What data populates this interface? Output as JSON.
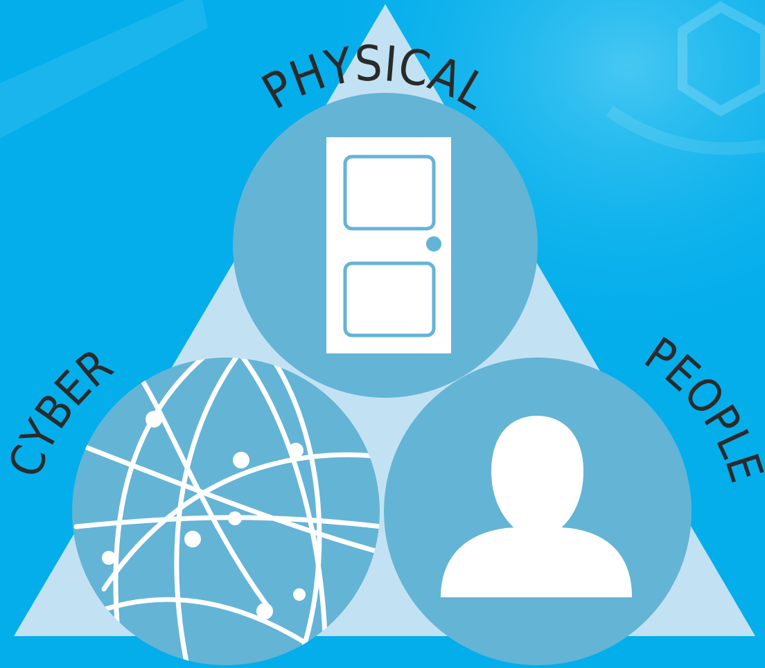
{
  "diagram": {
    "labels": {
      "physical": "PHYSICAL",
      "cyber": "CYBER",
      "people": "PEOPLE"
    },
    "icons": {
      "physical": "door-icon",
      "cyber": "globe-network-icon",
      "people": "person-icon"
    },
    "colors": {
      "background": "#03aeeb",
      "triangle": "#c2e2f3",
      "circle": "#64b4d6",
      "icon": "#ffffff",
      "label": "#2a2a2a"
    }
  }
}
